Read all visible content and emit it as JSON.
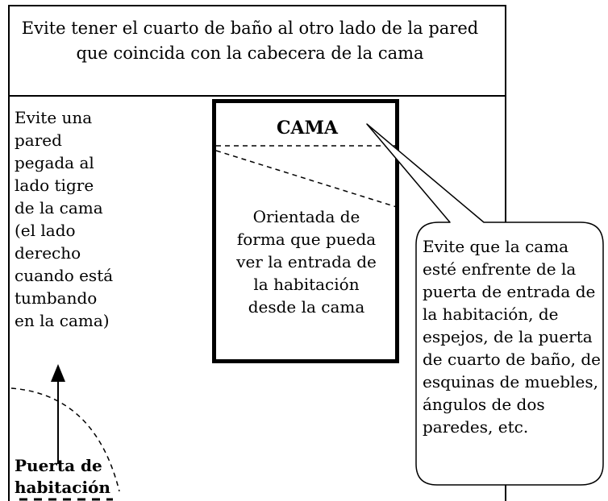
{
  "top_note": {
    "line1": "Evite tener el cuarto de baño al otro lado de la pared",
    "line2": "que coincida con la cabecera de la cama"
  },
  "left_note": {
    "lines": [
      "Evite una",
      "pared",
      "pegada al",
      "lado tigre",
      "de la cama",
      "(el lado",
      "derecho",
      "cuando está",
      "tumbando",
      "en la cama)"
    ]
  },
  "bed": {
    "title": "CAMA",
    "description_lines": [
      "Orientada de",
      "forma que pueda",
      "ver la entrada de",
      "la habitación",
      "desde la cama"
    ]
  },
  "callout": {
    "lines": [
      "Evite que la cama",
      "esté enfrente de la",
      "puerta de entrada de",
      "la habitación, de",
      "espejos, de la puerta",
      "de cuarto de baño, de",
      "esquinas de muebles,",
      "ángulos de dos",
      "paredes, etc."
    ]
  },
  "door": {
    "line1": "Puerta de",
    "line2": "habitación"
  }
}
